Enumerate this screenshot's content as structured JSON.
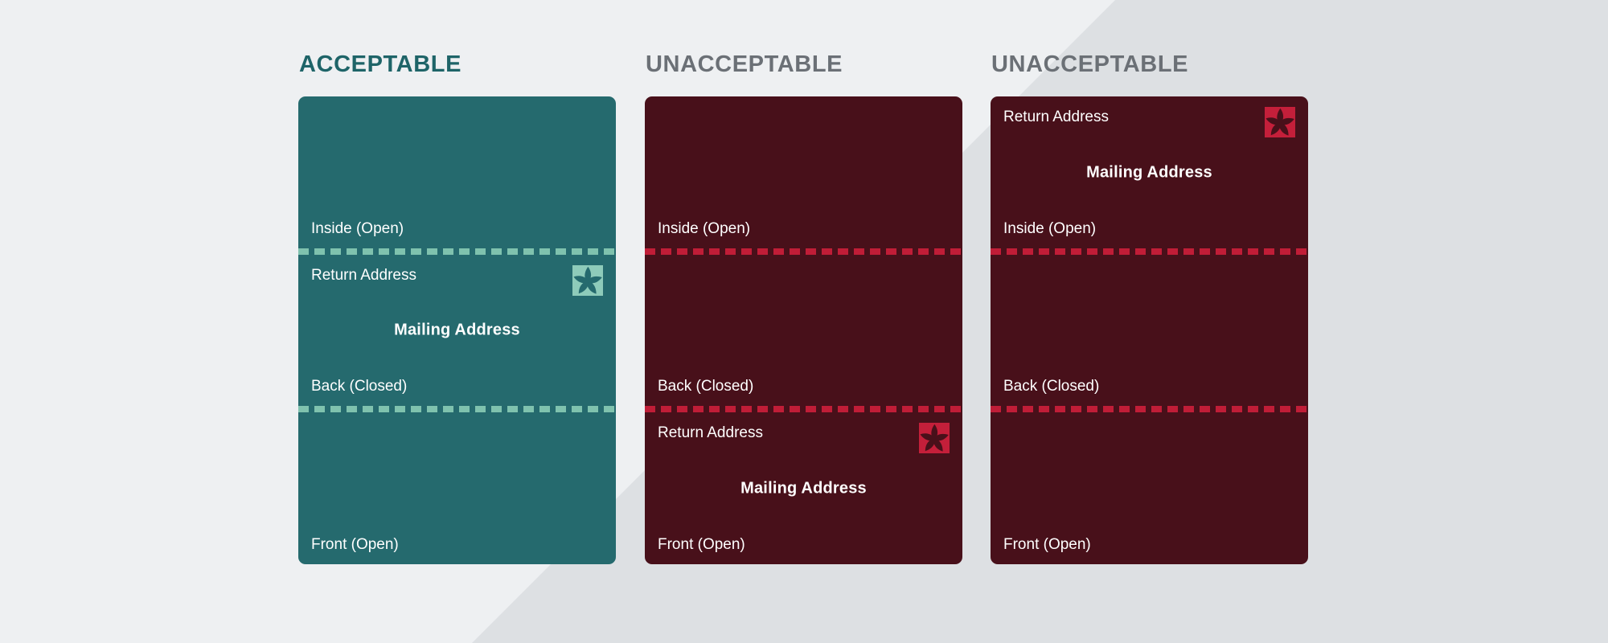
{
  "page": {
    "background_light": "#eef0f2",
    "background_dark": "#dde0e3"
  },
  "panels": [
    {
      "title": "ACCEPTABLE",
      "status": "acceptable",
      "title_color": "#1e6468",
      "card_color": "#256a6e",
      "accent_color": "#7fc2ae",
      "icon_color": "#8ecbba",
      "icon": "flower-logo-icon",
      "sections": {
        "top": {
          "bottom_label": "Inside (Open)"
        },
        "middle": {
          "return_label": "Return Address",
          "mailing_label": "Mailing Address",
          "bottom_label": "Back (Closed)"
        },
        "bottom": {
          "bottom_label": "Front (Open)"
        }
      }
    },
    {
      "title": "UNACCEPTABLE",
      "status": "unacceptable",
      "title_color": "#6b7076",
      "card_color": "#48101a",
      "accent_color": "#c01d37",
      "icon_color": "#c41f3a",
      "icon": "flower-logo-icon",
      "sections": {
        "top": {
          "bottom_label": "Inside (Open)"
        },
        "middle": {
          "bottom_label": "Back (Closed)"
        },
        "bottom": {
          "return_label": "Return Address",
          "mailing_label": "Mailing Address",
          "bottom_label": "Front (Open)"
        }
      }
    },
    {
      "title": "UNACCEPTABLE",
      "status": "unacceptable",
      "title_color": "#6b7076",
      "card_color": "#48101a",
      "accent_color": "#c01d37",
      "icon_color": "#c41f3a",
      "icon": "flower-logo-icon",
      "sections": {
        "top": {
          "return_label": "Return Address",
          "mailing_label": "Mailing Address",
          "bottom_label": "Inside (Open)"
        },
        "middle": {
          "bottom_label": "Back (Closed)"
        },
        "bottom": {
          "bottom_label": "Front (Open)"
        }
      }
    }
  ]
}
